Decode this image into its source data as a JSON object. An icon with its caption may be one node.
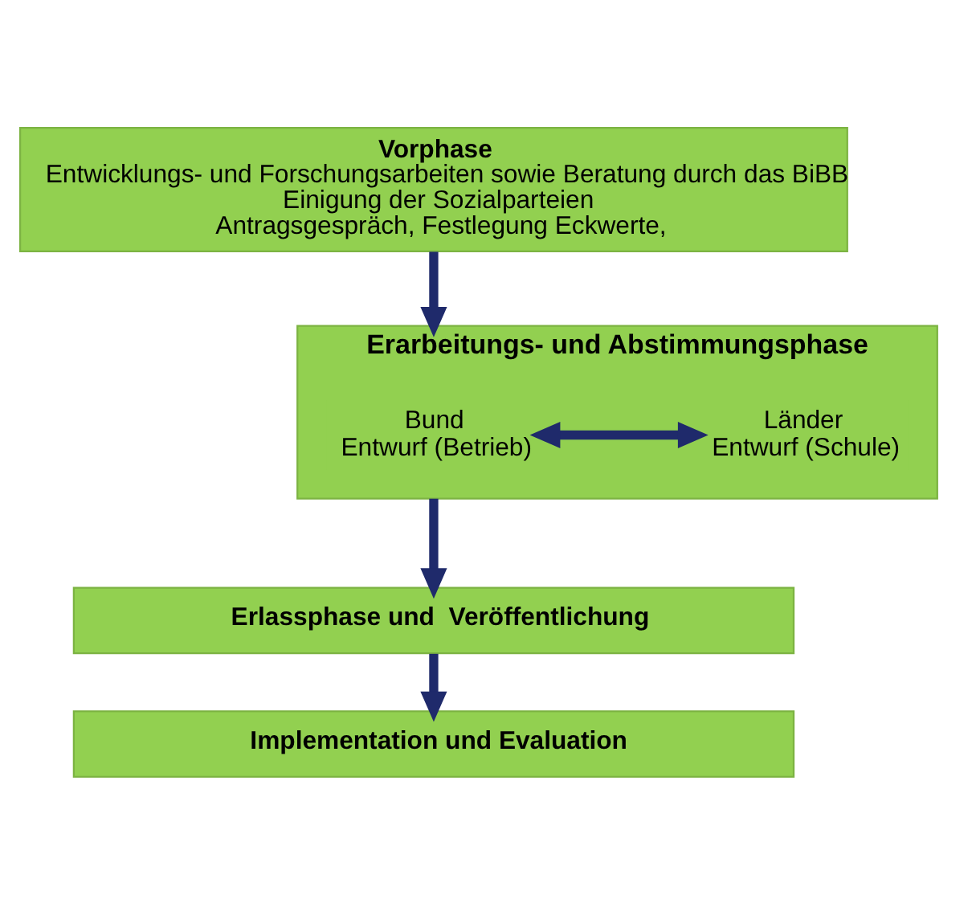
{
  "diagram": {
    "nodes": [
      {
        "text": [
          "Vorphase",
          "Entwicklungs- und Forschungsarbeiten sowie Beratung durch das BiBB",
          "Einigung der Sozialparteien",
          "Antragsgespräch, Festlegung Eckwerte,"
        ]
      },
      {
        "text": [
          "Erarbeitungs- und Abstimmungsphase"
        ]
      },
      {
        "text": [
          "Bund",
          "Entwurf (Betrieb)"
        ],
        "in": 1
      },
      {
        "text": [
          "Länder",
          "Entwurf (Schule)"
        ],
        "in": 1
      },
      {
        "text": [
          "Erlassphase und  Veröffentlichung"
        ]
      },
      {
        "text": [
          "Implementation und Evaluation"
        ]
      }
    ],
    "edges": [
      {
        "from": 0,
        "to": 1,
        "arrow": "to"
      },
      {
        "from": 2,
        "to": 3,
        "arrow": "both"
      },
      {
        "from": 1,
        "to": 4,
        "arrow": "to"
      },
      {
        "from": 4,
        "to": 5,
        "arrow": "to"
      }
    ]
  }
}
